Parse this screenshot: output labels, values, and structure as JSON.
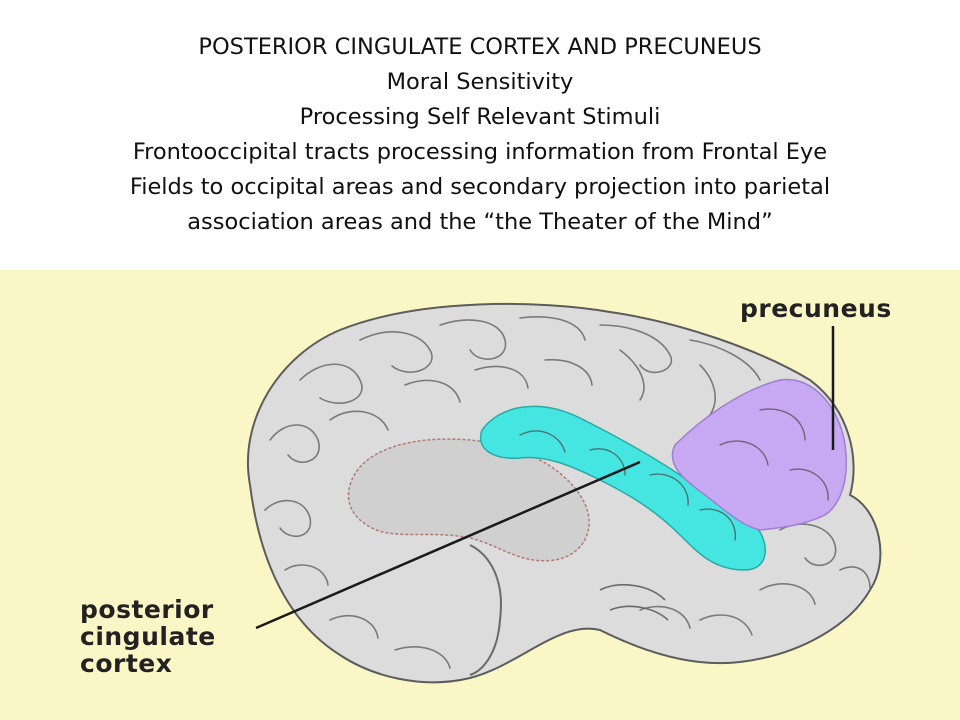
{
  "title": {
    "line1": "POSTERIOR CINGULATE CORTEX AND PRECUNEUS",
    "line2": "Moral Sensitivity",
    "line3": "Processing Self Relevant Stimuli",
    "line4": "Frontooccipital tracts processing information from Frontal Eye",
    "line5": "Fields to occipital areas and secondary projection into parietal",
    "line6": "association areas and the  “the Theater of the Mind”"
  },
  "figure": {
    "labels": {
      "precuneus": "precuneus",
      "pcc_line1": "posterior",
      "pcc_line2": "cingulate",
      "pcc_line3": "cortex"
    },
    "colors": {
      "background": "#fbf6c6",
      "brain": "#dcdcdc",
      "sulci": "#6e6e6e",
      "posterior_cingulate": "#45e6e2",
      "precuneus": "#c7a8f2",
      "callout_line": "#1a1a1a"
    }
  }
}
